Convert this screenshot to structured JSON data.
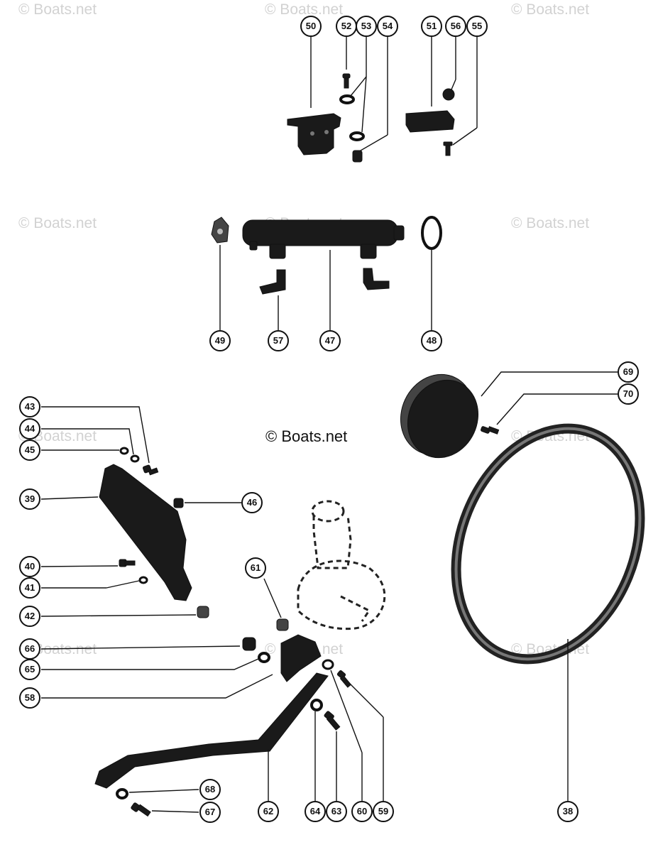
{
  "watermark_text": "© Boats.net",
  "center_watermark_text": "© Boats.net",
  "callouts": [
    "50",
    "52",
    "53",
    "54",
    "51",
    "56",
    "55",
    "49",
    "57",
    "47",
    "48",
    "69",
    "70",
    "43",
    "44",
    "45",
    "39",
    "46",
    "40",
    "41",
    "42",
    "61",
    "66",
    "65",
    "58",
    "62",
    "68",
    "67",
    "64",
    "63",
    "60",
    "59",
    "38"
  ]
}
